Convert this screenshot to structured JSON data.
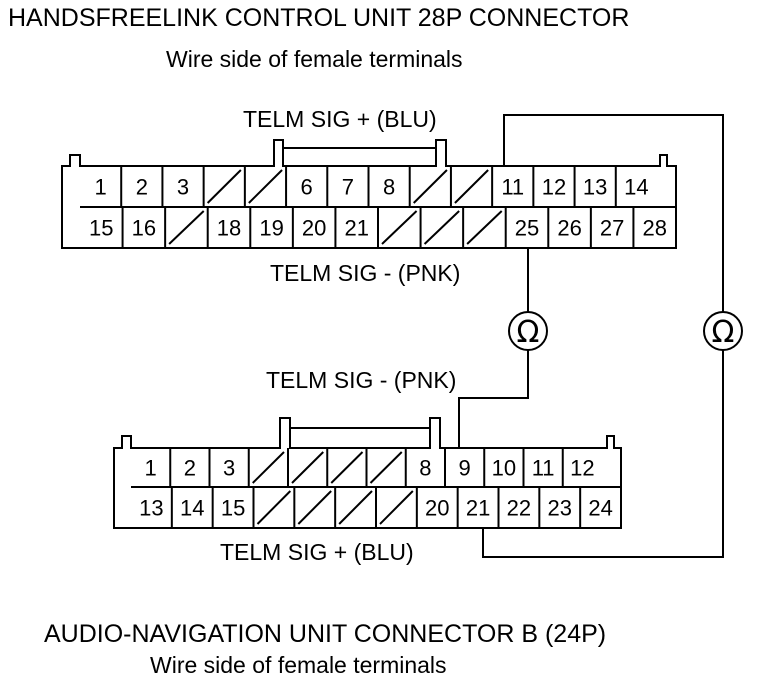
{
  "top": {
    "title": "HANDSFREELINK CONTROL UNIT 28P CONNECTOR",
    "subtitle": "Wire side of female terminals",
    "label_sig_plus": "TELM SIG + (BLU)",
    "label_sig_minus": "TELM SIG - (PNK)",
    "row1": [
      "1",
      "2",
      "3",
      "",
      "",
      "6",
      "7",
      "8",
      "",
      "",
      "11",
      "12",
      "13",
      "14"
    ],
    "row2": [
      "15",
      "16",
      "",
      "18",
      "19",
      "20",
      "21",
      "",
      "",
      "",
      "25",
      "26",
      "27",
      "28"
    ]
  },
  "bottom": {
    "title": "AUDIO-NAVIGATION UNIT CONNECTOR B (24P)",
    "subtitle": "Wire side of female terminals",
    "label_sig_minus": "TELM SIG - (PNK)",
    "label_sig_plus": "TELM SIG + (BLU)",
    "row1": [
      "1",
      "2",
      "3",
      "",
      "",
      "",
      "",
      "8",
      "9",
      "10",
      "11",
      "12"
    ],
    "row2": [
      "13",
      "14",
      "15",
      "",
      "",
      "",
      "",
      "20",
      "21",
      "22",
      "23",
      "24"
    ]
  },
  "meters": [
    {
      "symbol": "Ω"
    },
    {
      "symbol": "Ω"
    }
  ]
}
